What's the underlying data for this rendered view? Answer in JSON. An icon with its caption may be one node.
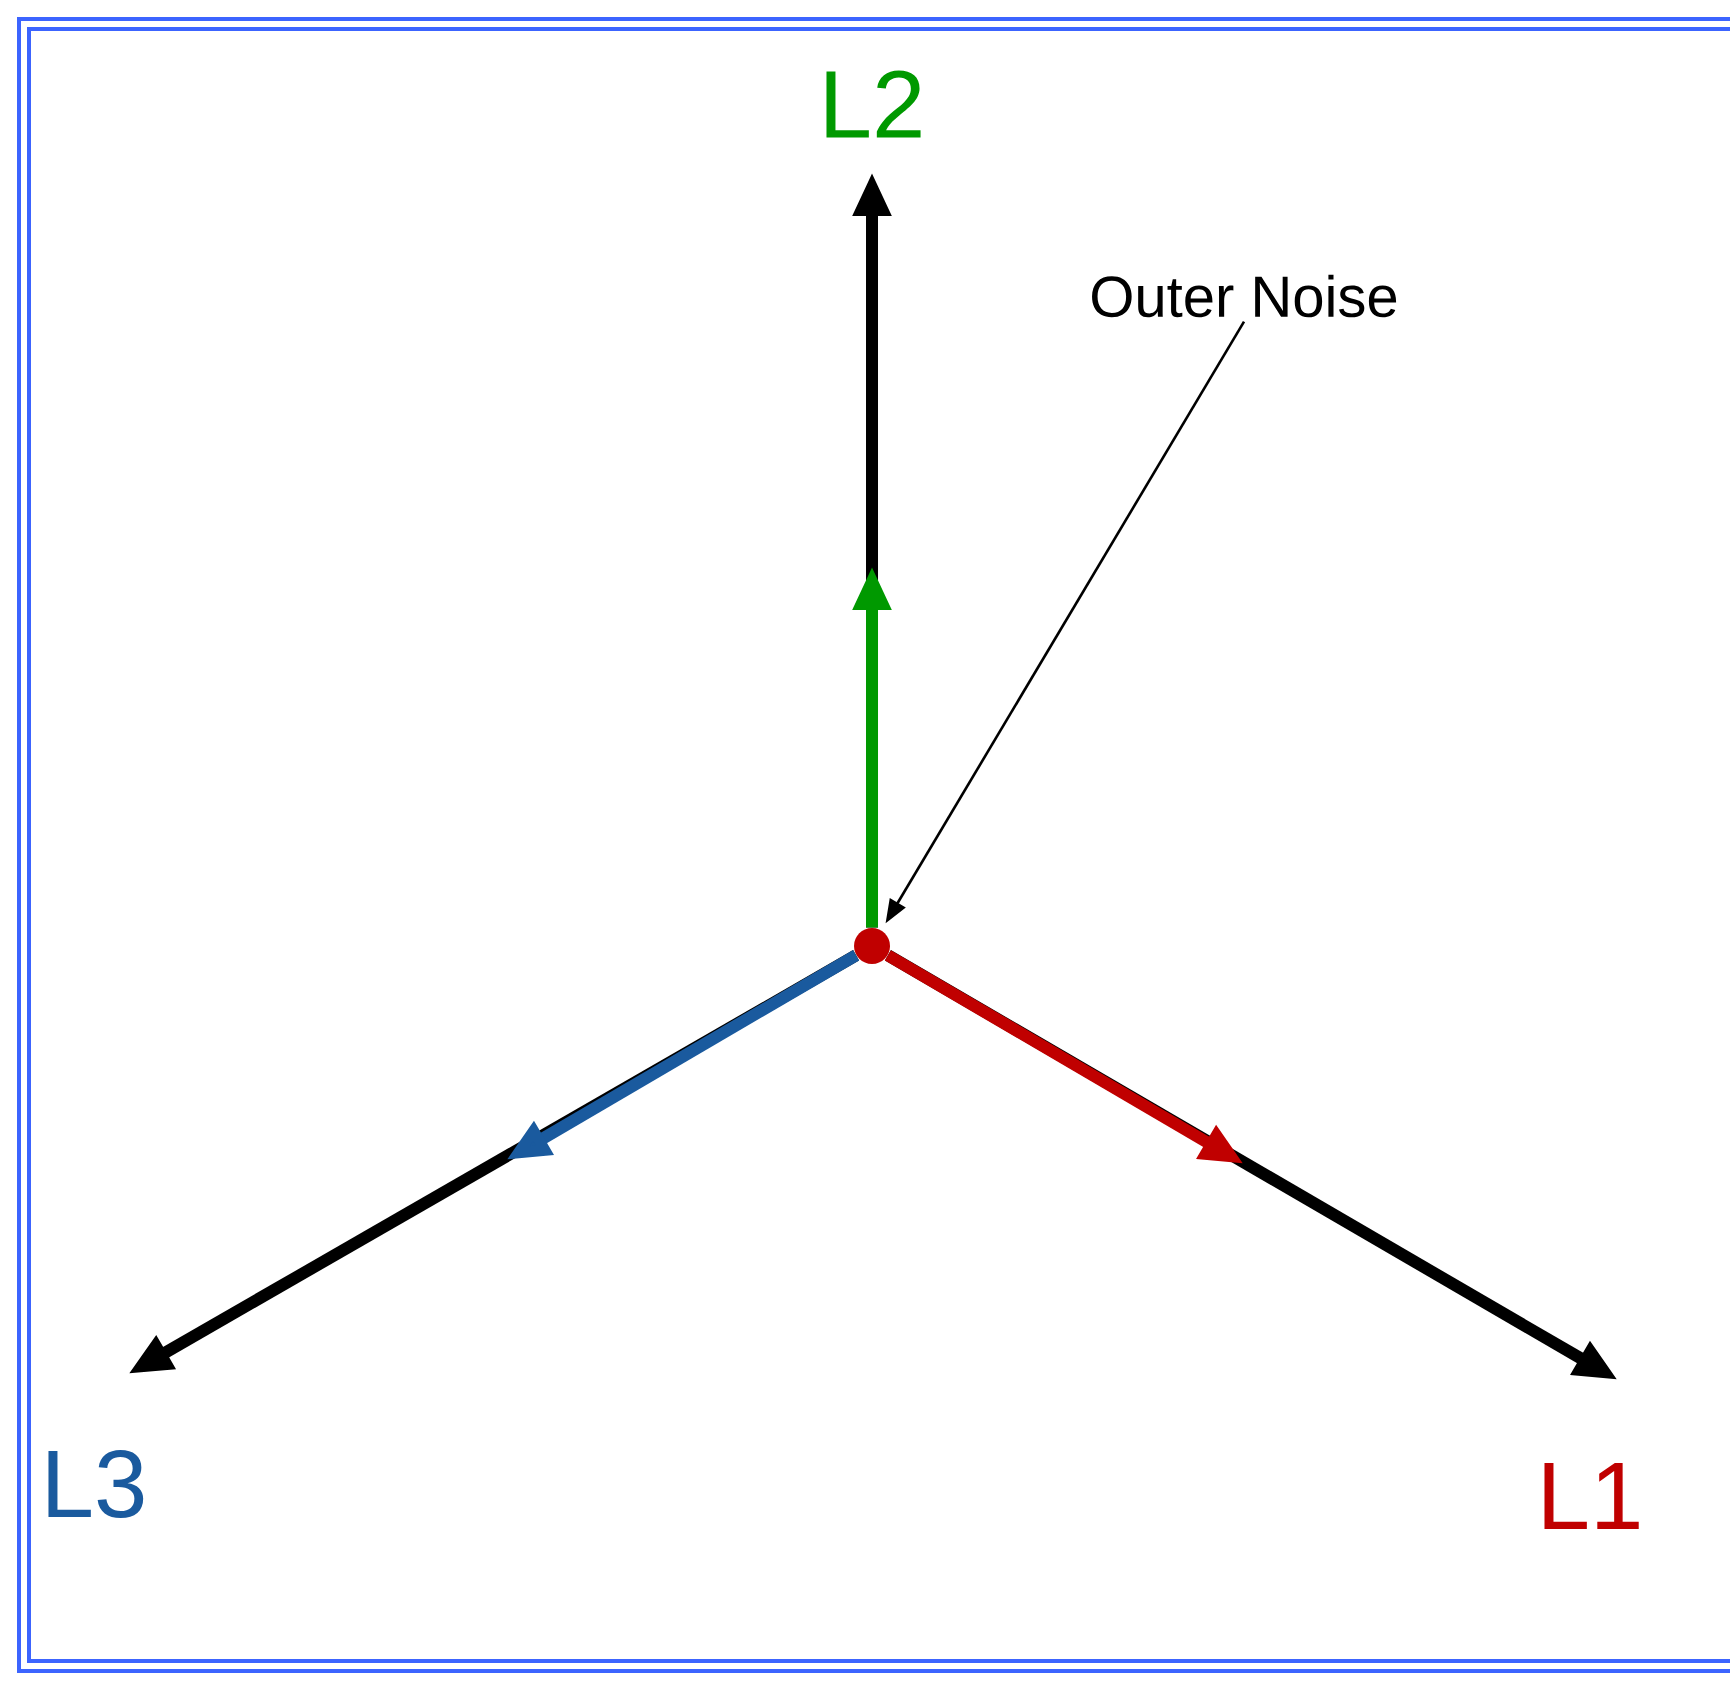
{
  "diagram": {
    "nodes": [
      {
        "text": [
          "L2"
        ]
      },
      {
        "text": [
          "Outer Noise"
        ]
      },
      {
        "text": [],
        "shape": "circle"
      },
      {
        "text": [
          "L3"
        ]
      },
      {
        "text": [
          "L1"
        ]
      }
    ],
    "edges": [
      {
        "from": 2,
        "to": 0,
        "arrow": "to"
      },
      {
        "from": 2,
        "to": 4,
        "arrow": "to"
      },
      {
        "from": 2,
        "to": 3,
        "arrow": "to"
      },
      {
        "from": 2,
        "to": null,
        "arrow": "to",
        "color": "#009900"
      },
      {
        "from": 2,
        "to": null,
        "arrow": "to",
        "color": "#c00000"
      },
      {
        "from": 2,
        "to": null,
        "arrow": "to",
        "color": "#1a5a9e"
      },
      {
        "from": 1,
        "to": 2,
        "arrow": "to"
      }
    ]
  }
}
